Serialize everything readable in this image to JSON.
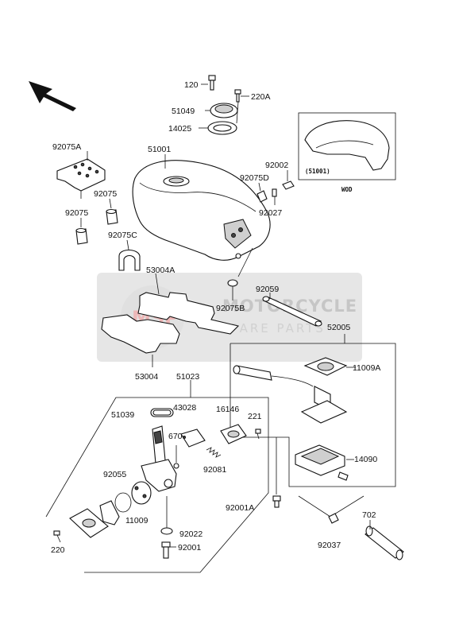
{
  "watermark": {
    "logo": "MSP",
    "line1": "MOTORCYCLE",
    "line2": "SPARE PARTS"
  },
  "inset": {
    "ref_label": "(51001)",
    "variant_label": "WOD"
  },
  "labels": {
    "p120": "120",
    "p220A": "220A",
    "p51049": "51049",
    "p14025": "14025",
    "p51001": "51001",
    "p92075A": "92075A",
    "p92075_upper": "92075",
    "p92075_lower": "92075",
    "p92075C": "92075C",
    "p92075D": "92075D",
    "p92002": "92002",
    "p92027": "92027",
    "p53004A": "53004A",
    "p92059": "92059",
    "p92075B": "92075B",
    "p52005": "52005",
    "p11009A": "11009A",
    "p53004": "53004",
    "p51023": "51023",
    "p43028": "43028",
    "p16146": "16146",
    "p51039": "51039",
    "p670": "670",
    "p221": "221",
    "p92055": "92055",
    "p92081": "92081",
    "p14090": "14090",
    "p11009": "11009",
    "p92001A": "92001A",
    "p702": "702",
    "p92022": "92022",
    "p92037": "92037",
    "p220": "220",
    "p92001": "92001"
  }
}
